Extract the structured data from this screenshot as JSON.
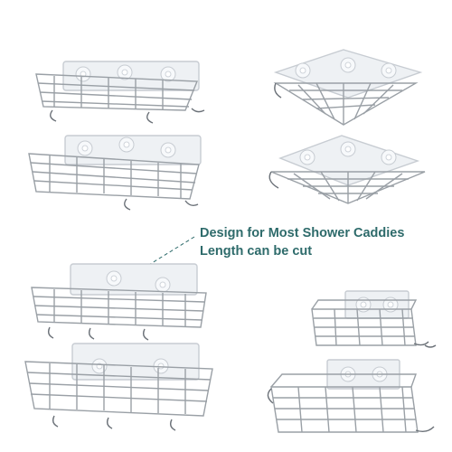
{
  "caption": {
    "line1": "Design for Most Shower Caddies",
    "line2": "Length can be cut"
  },
  "colors": {
    "caption": "#2e6b6b",
    "steel": "#9aa0a6",
    "steel_dark": "#6b7178",
    "pad_fill": "#eef1f4",
    "pad_stroke": "#c7ccd2"
  },
  "items": [
    {
      "name": "rect-shelf-1"
    },
    {
      "name": "rect-shelf-2"
    },
    {
      "name": "corner-shelf-1"
    },
    {
      "name": "corner-shelf-2"
    },
    {
      "name": "rect-shelf-3"
    },
    {
      "name": "rect-shelf-4"
    },
    {
      "name": "deep-shelf-1"
    },
    {
      "name": "deep-shelf-2"
    }
  ]
}
